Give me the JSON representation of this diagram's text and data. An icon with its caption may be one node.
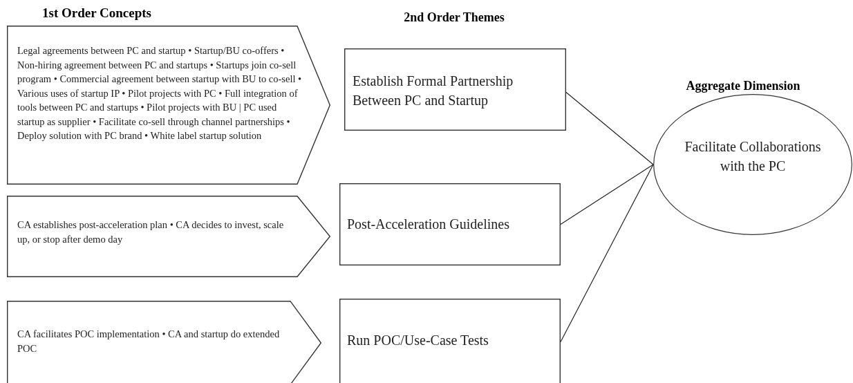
{
  "diagram": {
    "nodes": [
      {
        "text": [
          "Legal agreements between PC and startup • Startup/BU co-offers • Non-hiring agreement between PC and startups • Startups join co-sell program • Commercial agreement between startup with BU to co-sell • Various uses of startup IP • Pilot projects with PC • Full integration of tools between PC and startups • Pilot projects with BU | PC used startup as supplier • Facilitate co-sell through channel partnerships • Deploy solution with PC brand • White label startup solution"
        ]
      },
      {
        "text": [
          "CA establishes post-acceleration plan • CA decides to invest, scale up, or stop after demo day"
        ]
      },
      {
        "text": [
          "CA facilitates POC implementation • CA and startup do extended POC"
        ]
      },
      {
        "text": [
          "Establish Formal Partnership Between PC and Startup"
        ]
      },
      {
        "text": [
          "Post-Acceleration Guidelines"
        ]
      },
      {
        "text": [
          "Run POC/Use-Case Tests"
        ]
      },
      {
        "text": [
          "Facilitate Collaborations with the PC"
        ]
      }
    ],
    "edges": [
      {
        "from": 3,
        "to": 6,
        "arrow": "none"
      },
      {
        "from": 4,
        "to": 6,
        "arrow": "none"
      },
      {
        "from": 5,
        "to": 6,
        "arrow": "none"
      }
    ],
    "labels": [
      "1st Order Concepts",
      "2nd Order Themes",
      "Aggregate Dimension"
    ]
  }
}
